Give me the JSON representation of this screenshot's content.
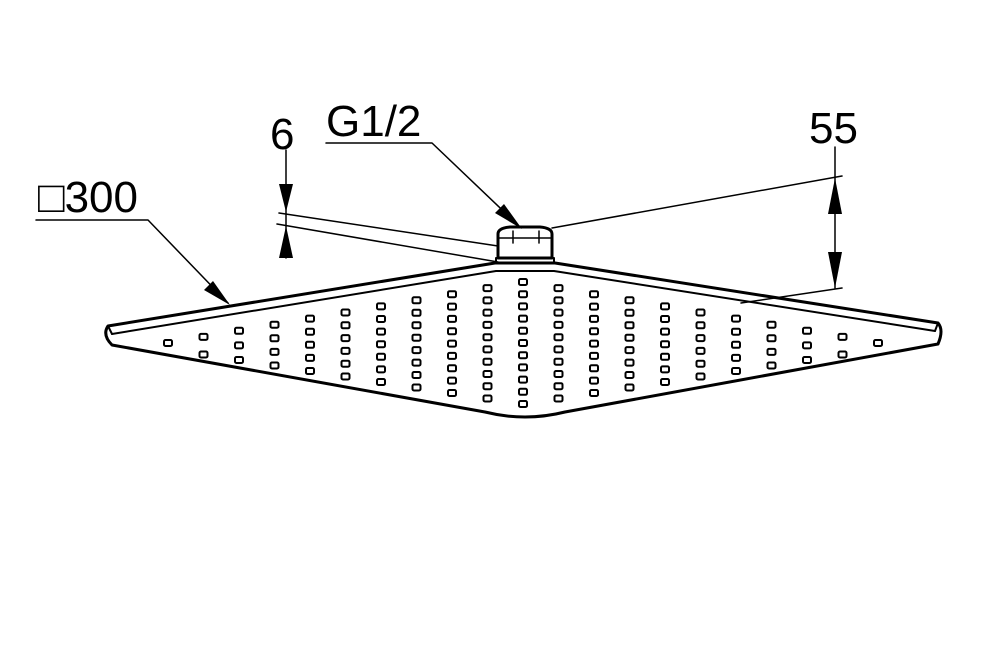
{
  "drawing": {
    "labels": {
      "size": "□300",
      "thread": "G1/2",
      "gap": "6",
      "height": "55"
    },
    "stroke_color": "#000000",
    "background_color": "#ffffff"
  }
}
